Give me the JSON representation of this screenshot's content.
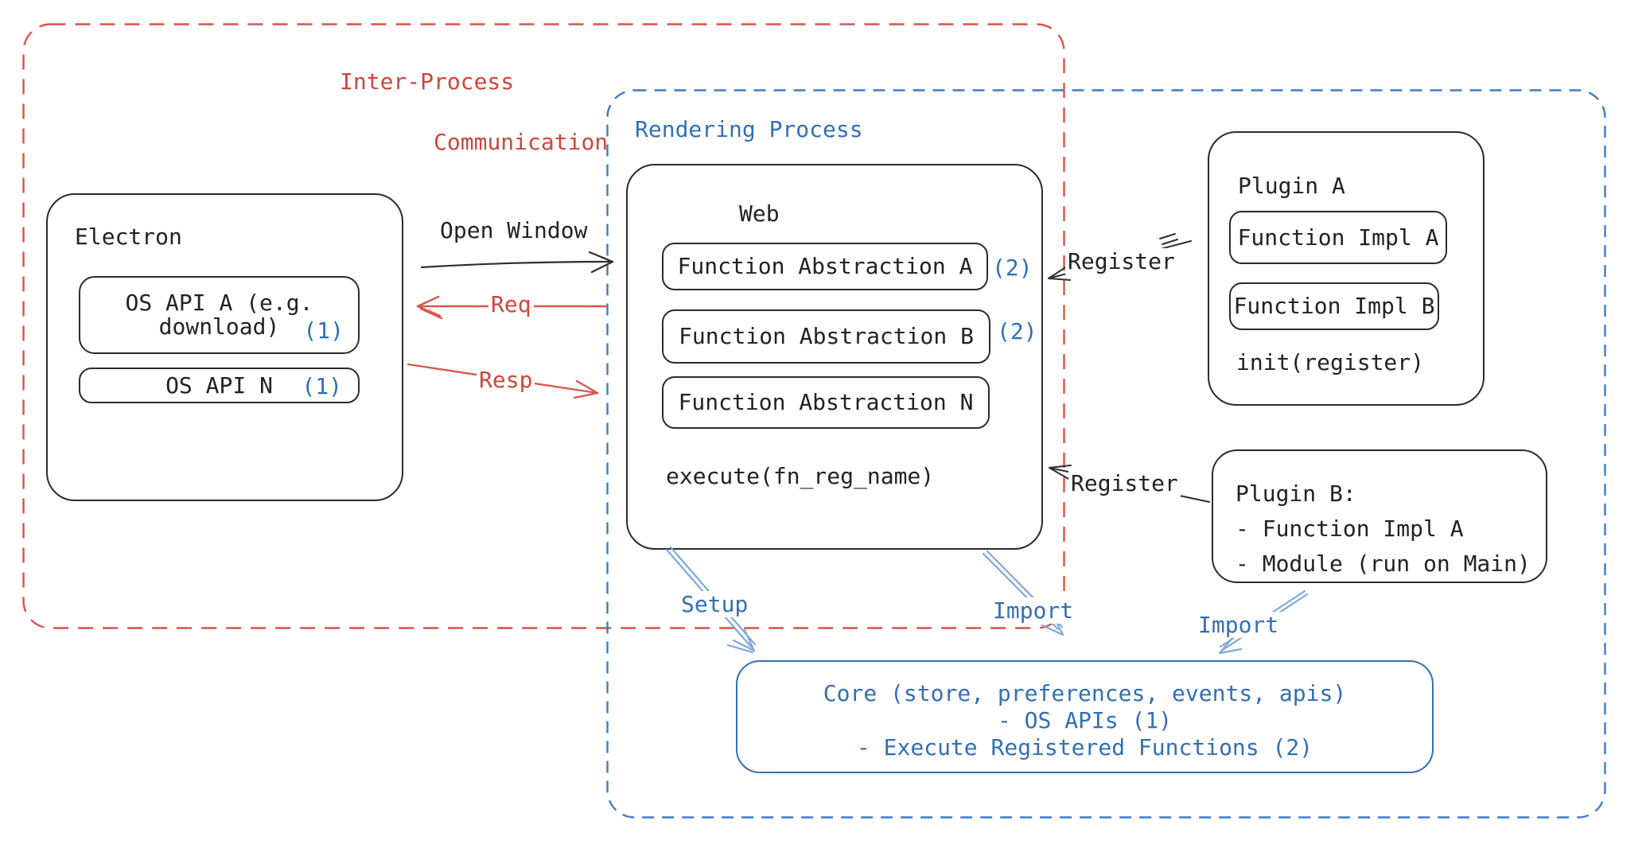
{
  "colors": {
    "ipc_dash_red": "#dc5247",
    "rendering_dash_blue": "#3f7cc4",
    "accent_text_red": "#cd463c",
    "accent_text_blue": "#336fb4",
    "arrow_light_blue": "#7fa8da",
    "arrow_red": "#d9564b",
    "stroke_black": "#2b2b2b"
  },
  "regions": {
    "ipc": {
      "label_line1": "Inter-Process",
      "label_line2": "Communication"
    },
    "rendering": {
      "label": "Rendering Process"
    }
  },
  "electron": {
    "title": "Electron",
    "os_api_a_line1": "OS API A (e.g.",
    "os_api_a_line2": "download)",
    "os_api_a_num": "(1)",
    "os_api_n": "OS API N",
    "os_api_n_num": "(1)"
  },
  "web": {
    "title": "Web",
    "fn_abs_a": "Function Abstraction A",
    "fn_abs_a_num": "(2)",
    "fn_abs_b": "Function Abstraction B",
    "fn_abs_b_num": "(2)",
    "fn_abs_n": "Function Abstraction N",
    "execute": "execute(fn_reg_name)"
  },
  "plugin_a": {
    "title": "Plugin A",
    "fn_impl_a": "Function Impl A",
    "fn_impl_b": "Function Impl B",
    "init": "init(register)"
  },
  "plugin_b": {
    "title": "Plugin B:",
    "item1": "- Function Impl A",
    "item2": "- Module (run on Main)"
  },
  "core": {
    "line1": "Core (store, preferences, events, apis)",
    "line2": "- OS APIs (1)",
    "line3": "- Execute Registered Functions (2)"
  },
  "arrows": {
    "open_window": "Open Window",
    "req": "Req",
    "resp": "Resp",
    "register_plugin_a": "Register",
    "register_plugin_b": "Register",
    "setup": "Setup",
    "import_web": "Import",
    "import_plugin_b": "Import"
  }
}
